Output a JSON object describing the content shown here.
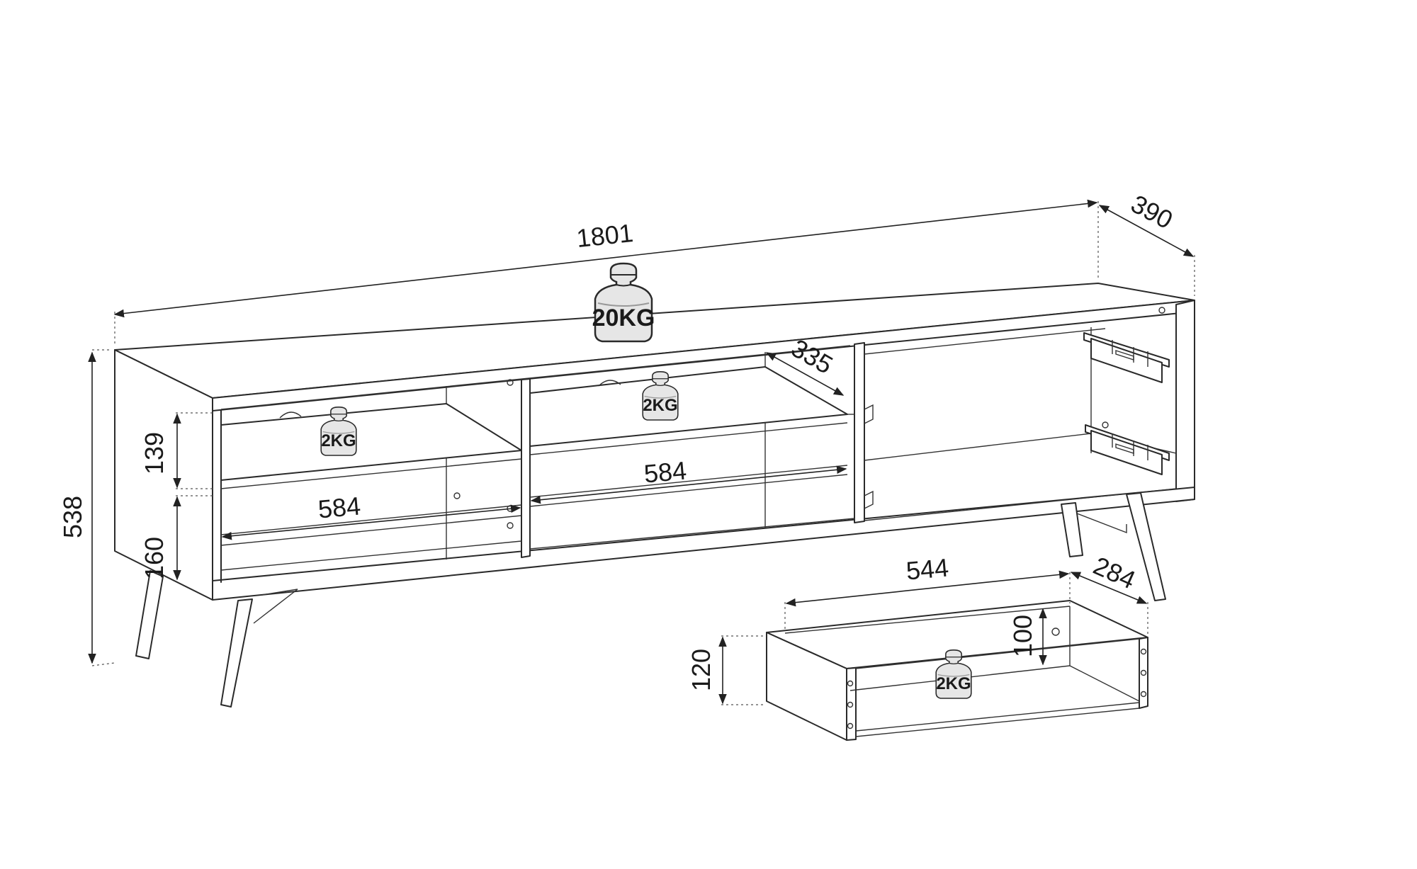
{
  "dimensions": {
    "total_width": "1801",
    "total_depth": "390",
    "total_height": "538",
    "inner_depth": "335",
    "shelf_height": "139",
    "lower_height": "160",
    "left_shelf_width": "584",
    "middle_shelf_width": "584",
    "drawer_width": "544",
    "drawer_depth": "284",
    "drawer_outer_height": "120",
    "drawer_inner_height": "100"
  },
  "loads": {
    "top": "20KG",
    "left_shelf": "2KG",
    "middle_shelf": "2KG",
    "drawer": "2KG"
  },
  "colors": {
    "line": "#2a2a2a",
    "weight_fill": "#e6e6e6"
  }
}
